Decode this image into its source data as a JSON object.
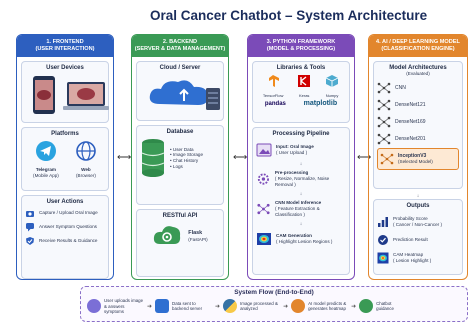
{
  "title": "Oral Cancer Chatbot – System Architecture",
  "frontend": {
    "header_line1": "1. FRONTEND",
    "header_line2": "(USER INTERACTION)",
    "devices_title": "User Devices",
    "platforms_title": "Platforms",
    "telegram_label": "Telegram",
    "telegram_sub": "(Mobile App)",
    "web_label": "Web",
    "web_sub": "(Browser)",
    "actions_title": "User Actions",
    "actions": [
      "Capture / Upload Oral Image",
      "Answer Symptom Questions",
      "Receive Results & Guidance"
    ]
  },
  "backend": {
    "header_line1": "2. BACKEND",
    "header_line2": "(SERVER & DATA MANAGEMENT)",
    "cloud_title": "Cloud / Server",
    "db_title": "Database",
    "db_items": [
      "• User Data",
      "• Image Storage",
      "• Chat History",
      "• Logs"
    ],
    "api_title": "RESTful API",
    "flask_label": "Flask",
    "flask_sub": "(FastAPI)"
  },
  "python": {
    "header_line1": "3. PYTHON FRAMEWORK",
    "header_line2": "(MODEL & PROCESSING)",
    "libs_title": "Libraries & Tools",
    "libs": [
      "TensorFlow",
      "Keras",
      "Numpy"
    ],
    "libs2": [
      "pandas",
      "matplotlib"
    ],
    "pipeline_title": "Processing Pipeline",
    "pipeline": [
      {
        "line1": "Input: Oral Image",
        "line2": "( User Upload )"
      },
      {
        "line1": "Pre-processing",
        "line2": "( Resize, Normalize, Noise Removal )"
      },
      {
        "line1": "CNN Model Inference",
        "line2": "( Feature Extraction & Classification )"
      },
      {
        "line1": "CAM Generation",
        "line2": "( Highlight Lesion Regions )"
      }
    ]
  },
  "ai": {
    "header_line1": "4. AI / DEEP LEARNING MODEL",
    "header_line2": "(CLASSIFICATION ENGINE)",
    "models_title": "Model Architectures",
    "models_sub": "(Evaluated)",
    "models": [
      "CNN",
      "DenseNet121",
      "DenseNet169",
      "DenseNet201"
    ],
    "selected_model": "InceptionV3",
    "selected_sub": "(Selected Model)",
    "outputs_title": "Outputs",
    "outputs": [
      {
        "line1": "Probability Score",
        "line2": "( Cancer / Non-Cancer )"
      },
      {
        "line1": "Prediction Result",
        "line2": ""
      },
      {
        "line1": "CAM Heatmap",
        "line2": "( Lesion Highlight )"
      }
    ]
  },
  "flow": {
    "title": "System Flow (End-to-End)",
    "steps": [
      "User uploads image & answers symptoms",
      "Data sent to backend server",
      "Image processed & analyzed",
      "AI model predicts & generates heatmap",
      "Chatbot guidance"
    ]
  },
  "colors": {
    "frontend": "#2d5fbf",
    "backend": "#3a9a55",
    "python": "#7b4bb8",
    "ai": "#e2862d"
  }
}
